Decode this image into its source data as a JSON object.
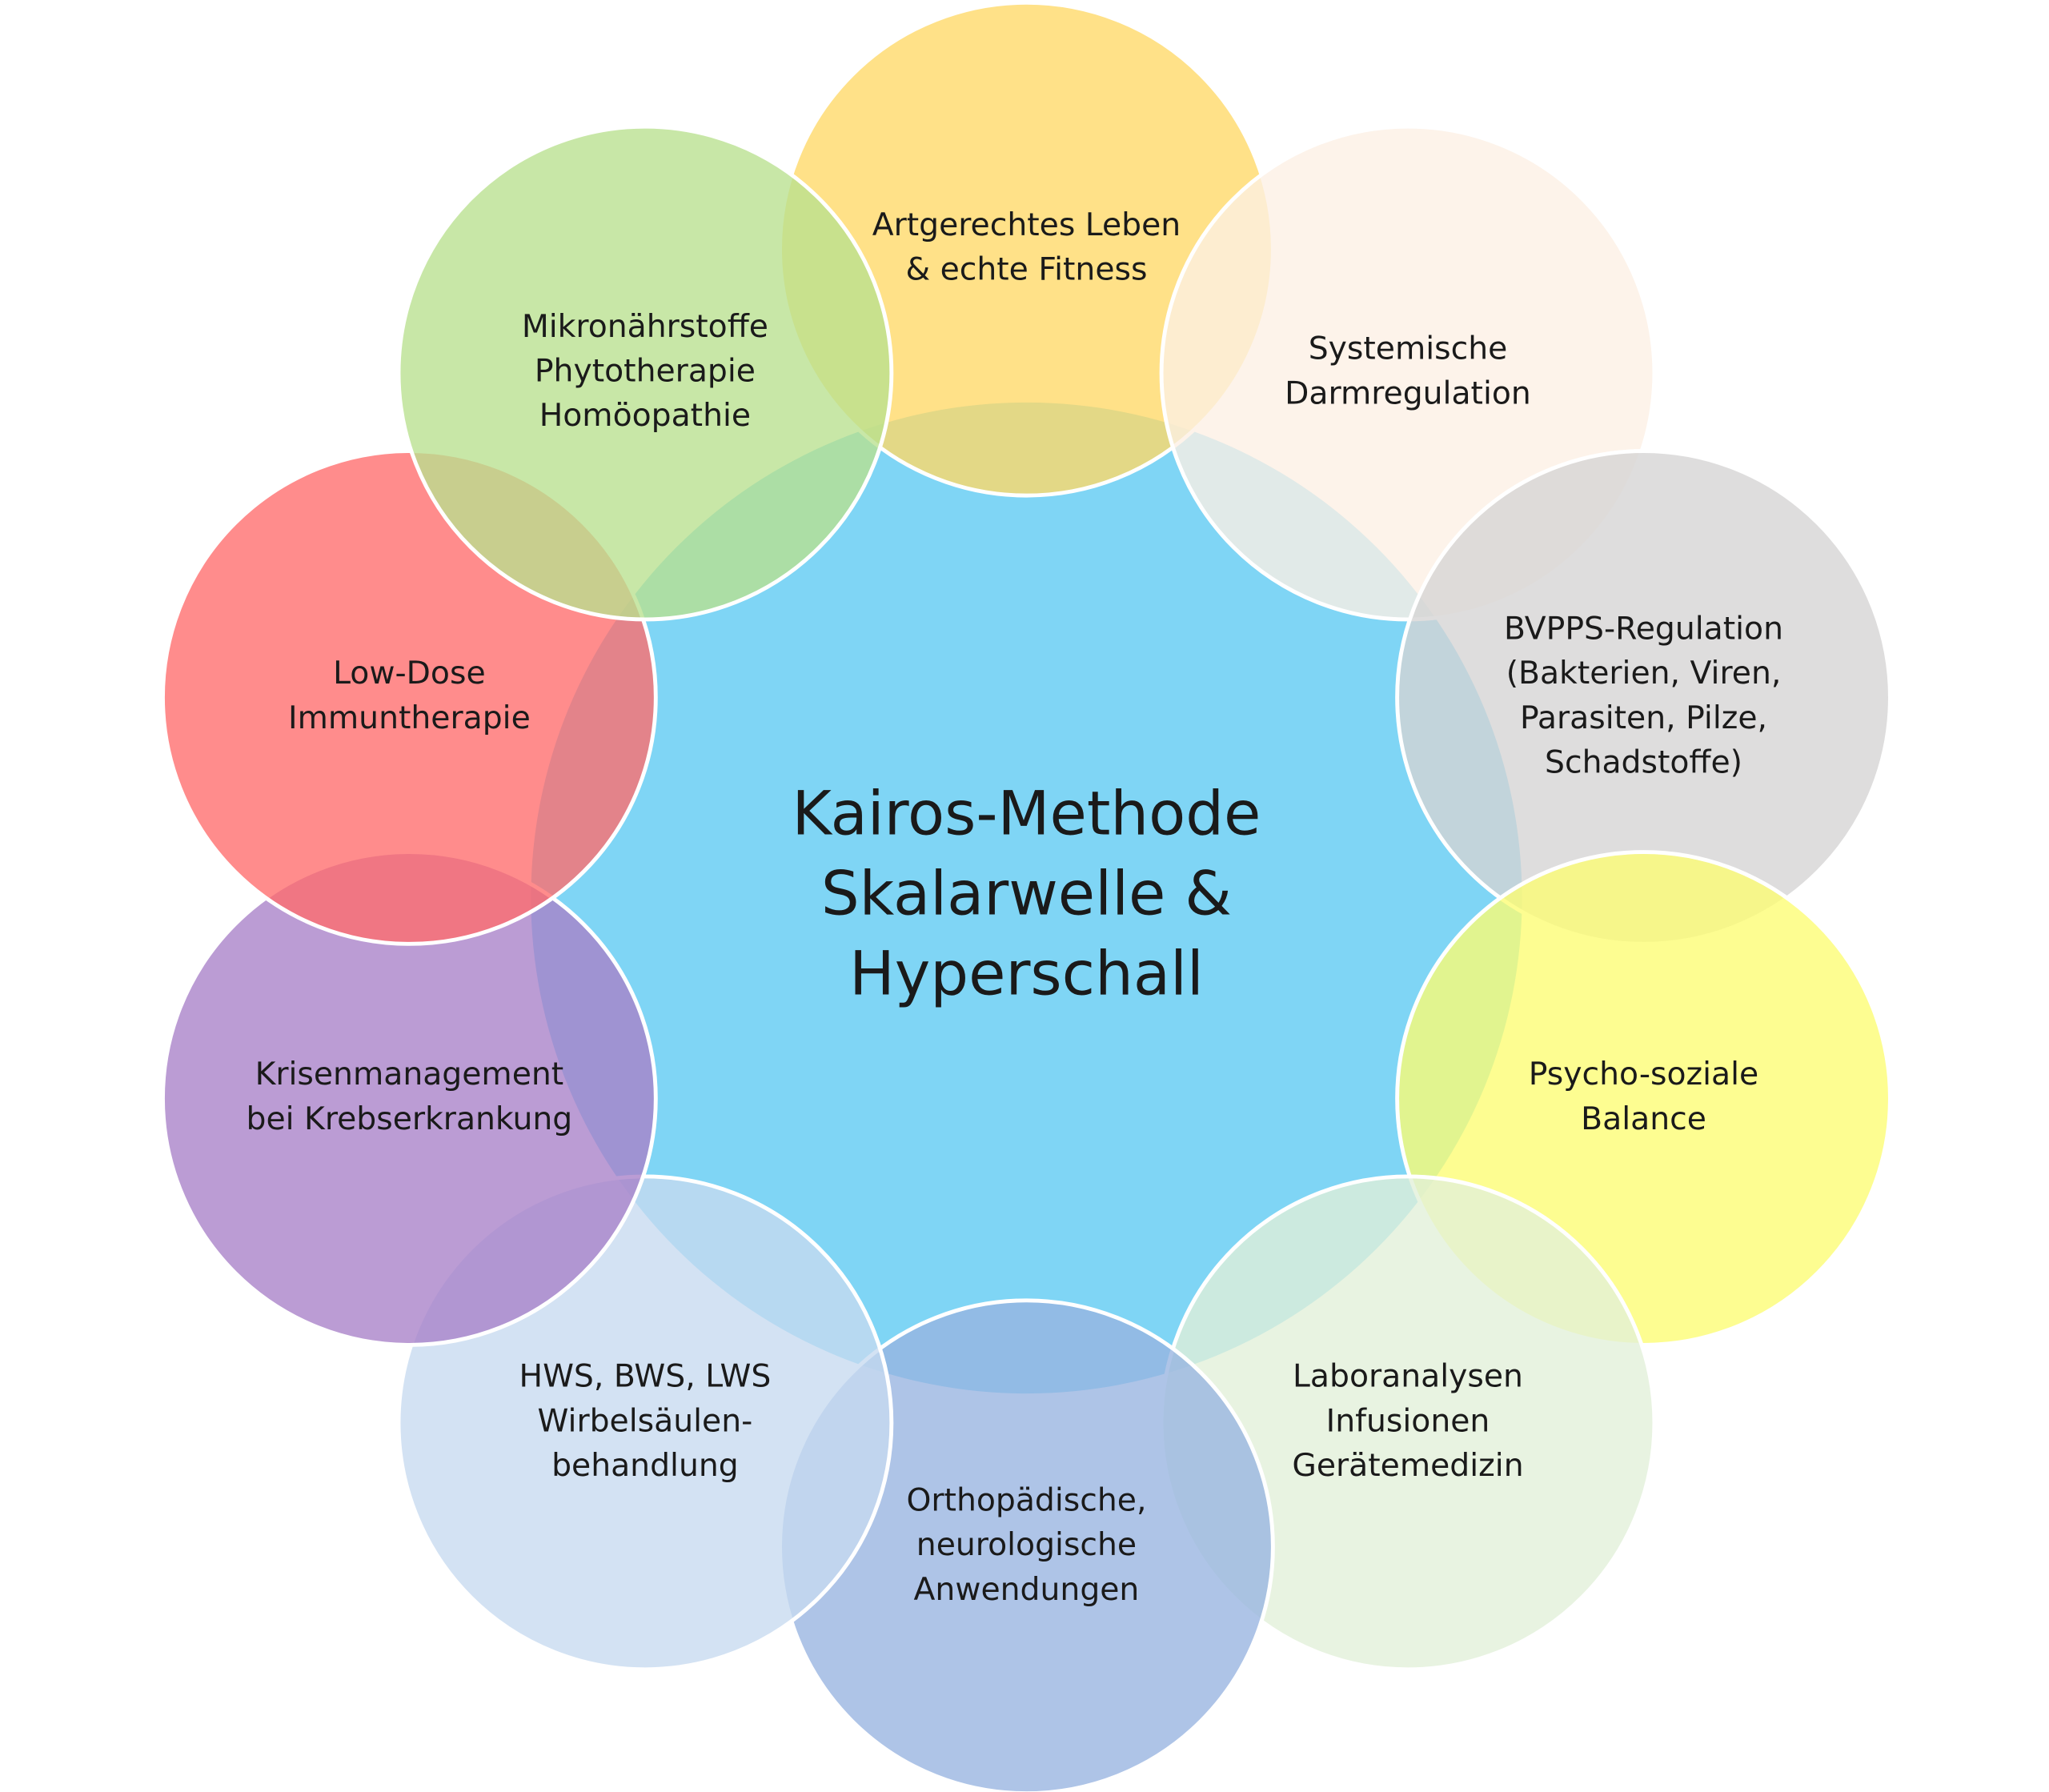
{
  "center": {
    "lines": [
      "Kairos-Methode",
      "Skalarwelle &",
      "Hyperschall"
    ],
    "color": "#7fd5f5"
  },
  "nodes": [
    {
      "id": "artgerecht",
      "lines": [
        "Artgerechtes Leben",
        "& echte Fitness"
      ],
      "color": "#ffd966",
      "angle": 0
    },
    {
      "id": "darm",
      "lines": [
        "Systemische",
        "Darmregulation"
      ],
      "color": "#fcefe4",
      "angle": 36
    },
    {
      "id": "bvpps",
      "lines": [
        "BVPPS-Regulation",
        "(Bakterien, Viren,",
        "Parasiten, Pilze,",
        "Schadstoffe)"
      ],
      "color": "#d5d3d4",
      "angle": 72
    },
    {
      "id": "psycho",
      "lines": [
        "Psycho-soziale",
        "Balance"
      ],
      "color": "#fdfc72",
      "angle": 108
    },
    {
      "id": "labor",
      "lines": [
        "Laboranalysen",
        "Infusionen",
        "Gerätemedizin"
      ],
      "color": "#e2efd9",
      "angle": 144
    },
    {
      "id": "ortho",
      "lines": [
        "Orthopädische,",
        "neurologische",
        "Anwendungen"
      ],
      "color": "#97b3e0",
      "angle": 180
    },
    {
      "id": "hws",
      "lines": [
        "HWS, BWS, LWS",
        "Wirbelsäulen-",
        "behandlung"
      ],
      "color": "#c6daf0",
      "angle": 216
    },
    {
      "id": "krisen",
      "lines": [
        "Krisenmanagement",
        "bei Krebserkrankung"
      ],
      "color": "#a880c8",
      "angle": 252
    },
    {
      "id": "lowdose",
      "lines": [
        "Low-Dose",
        "Immuntherapie"
      ],
      "color": "#ff6b6b",
      "angle": 288
    },
    {
      "id": "mikro",
      "lines": [
        "Mikronährstoffe",
        "Phytotherapie",
        "Homöopathie"
      ],
      "color": "#b8e08e",
      "angle": 324
    }
  ]
}
